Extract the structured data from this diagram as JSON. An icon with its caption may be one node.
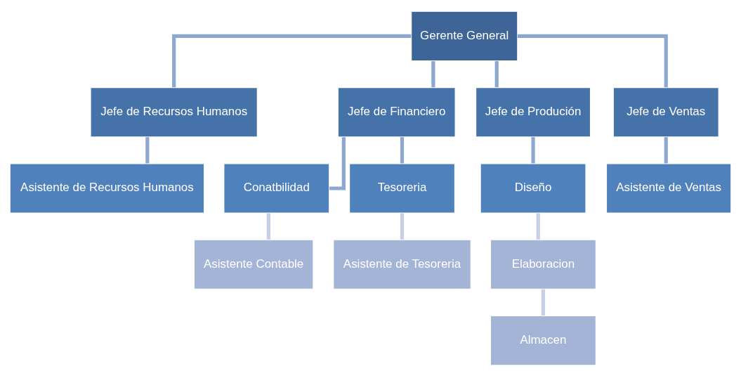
{
  "diagram": {
    "nodes": [
      {
        "text": [
          "Gerente General"
        ]
      },
      {
        "text": [
          "Jefe de Recursos Humanos"
        ]
      },
      {
        "text": [
          "Jefe de Financiero"
        ]
      },
      {
        "text": [
          "Jefe de Produción"
        ]
      },
      {
        "text": [
          "Jefe de Ventas"
        ]
      },
      {
        "text": [
          "Asistente de Recursos Humanos"
        ]
      },
      {
        "text": [
          "Conatbilidad"
        ]
      },
      {
        "text": [
          "Tesoreria"
        ]
      },
      {
        "text": [
          "Asistente Contable"
        ]
      },
      {
        "text": [
          "Asistente de Tesoreria"
        ]
      },
      {
        "text": [
          "Diseño"
        ]
      },
      {
        "text": [
          "Elaboracion"
        ]
      },
      {
        "text": [
          "Almacen"
        ]
      },
      {
        "text": [
          "Asistente de Ventas"
        ]
      }
    ],
    "edges": [
      {
        "from": 0,
        "to": 1,
        "arrow": "none"
      },
      {
        "from": 0,
        "to": 2,
        "arrow": "none"
      },
      {
        "from": 0,
        "to": 3,
        "arrow": "none"
      },
      {
        "from": 0,
        "to": 4,
        "arrow": "none"
      },
      {
        "from": 1,
        "to": 5,
        "arrow": "none"
      },
      {
        "from": 2,
        "to": 6,
        "arrow": "none"
      },
      {
        "from": 2,
        "to": 7,
        "arrow": "none"
      },
      {
        "from": 6,
        "to": 8,
        "arrow": "none",
        "color": "#c5d0e6"
      },
      {
        "from": 7,
        "to": 9,
        "arrow": "none",
        "color": "#c5d0e6"
      },
      {
        "from": 3,
        "to": 10,
        "arrow": "none"
      },
      {
        "from": 10,
        "to": 11,
        "arrow": "none",
        "color": "#c5d0e6"
      },
      {
        "from": 11,
        "to": 12,
        "arrow": "none",
        "color": "#c5d0e6"
      },
      {
        "from": 4,
        "to": 13,
        "arrow": "none"
      }
    ]
  }
}
